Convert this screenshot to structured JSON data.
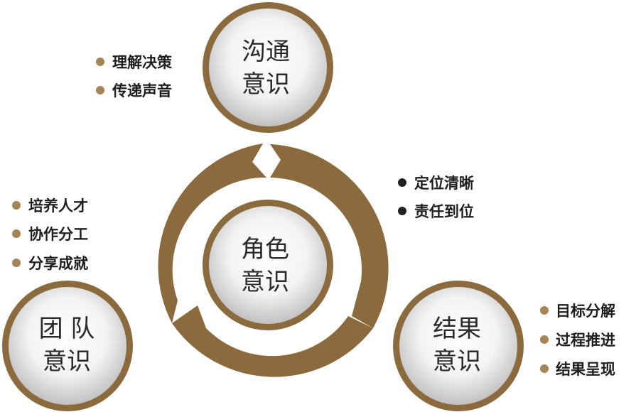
{
  "center": {
    "line1": "角色",
    "line2": "意识"
  },
  "nodes": {
    "top": {
      "line1": "沟通",
      "line2": "意识",
      "bullets": [
        "理解决策",
        "传递声音"
      ]
    },
    "right": {
      "bullets": [
        "定位清晰",
        "责任到位"
      ]
    },
    "left": {
      "line1": "团 队",
      "line2": "意识",
      "bullets": [
        "培养人才",
        "协作分工",
        "分享成就"
      ]
    },
    "bottom_right": {
      "line1": "结果",
      "line2": "意识",
      "bullets": [
        "目标分解",
        "过程推进",
        "结果呈现"
      ]
    }
  },
  "colors": {
    "ring": "#8b6a3e",
    "bullet_brown": "#a58456",
    "bullet_dark": "#222222"
  }
}
